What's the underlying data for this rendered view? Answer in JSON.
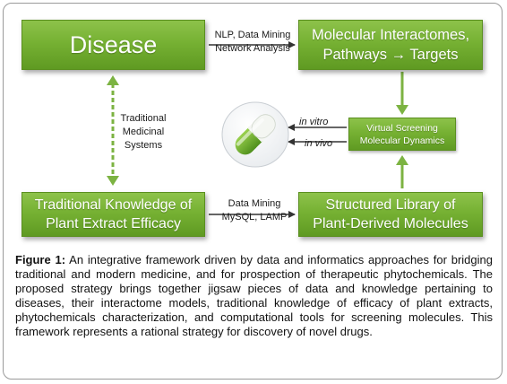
{
  "boxes": {
    "disease": "Disease",
    "molecular_line1": "Molecular Interactomes,",
    "molecular_line2": "Pathways → Targets",
    "traditional_line1": "Traditional Knowledge of",
    "traditional_line2": "Plant Extract Efficacy",
    "structured_line1": "Structured Library of",
    "structured_line2": "Plant-Derived Molecules",
    "virtual_line1": "Virtual Screening",
    "virtual_line2": "Molecular Dynamics"
  },
  "labels": {
    "nlp_line1": "NLP, Data Mining",
    "nlp_line2": "Network Analysis",
    "tms_line1": "Traditional",
    "tms_line2": "Medicinal",
    "tms_line3": "Systems",
    "dm_line1": "Data Mining",
    "dm_line2": "MySQL, LAMP",
    "in_vitro": "in vitro",
    "in_vivo": "in vivo"
  },
  "icons": {
    "capsule": "capsule-icon"
  },
  "colors": {
    "box_green": "#76b133",
    "arrow_green": "#7cb342",
    "arrow_dark": "#333333"
  },
  "caption": {
    "label": "Figure 1:",
    "text": " An integrative framework driven by data and informatics approaches for bridging traditional and modern medicine, and for prospection of therapeutic phytochemicals. The proposed strategy brings together jigsaw pieces of data and knowledge pertaining to diseases, their interactome models, traditional knowledge of efficacy of plant extracts, phytochemicals characterization, and computational tools for screening molecules. This framework represents a rational strategy for discovery of novel drugs."
  }
}
